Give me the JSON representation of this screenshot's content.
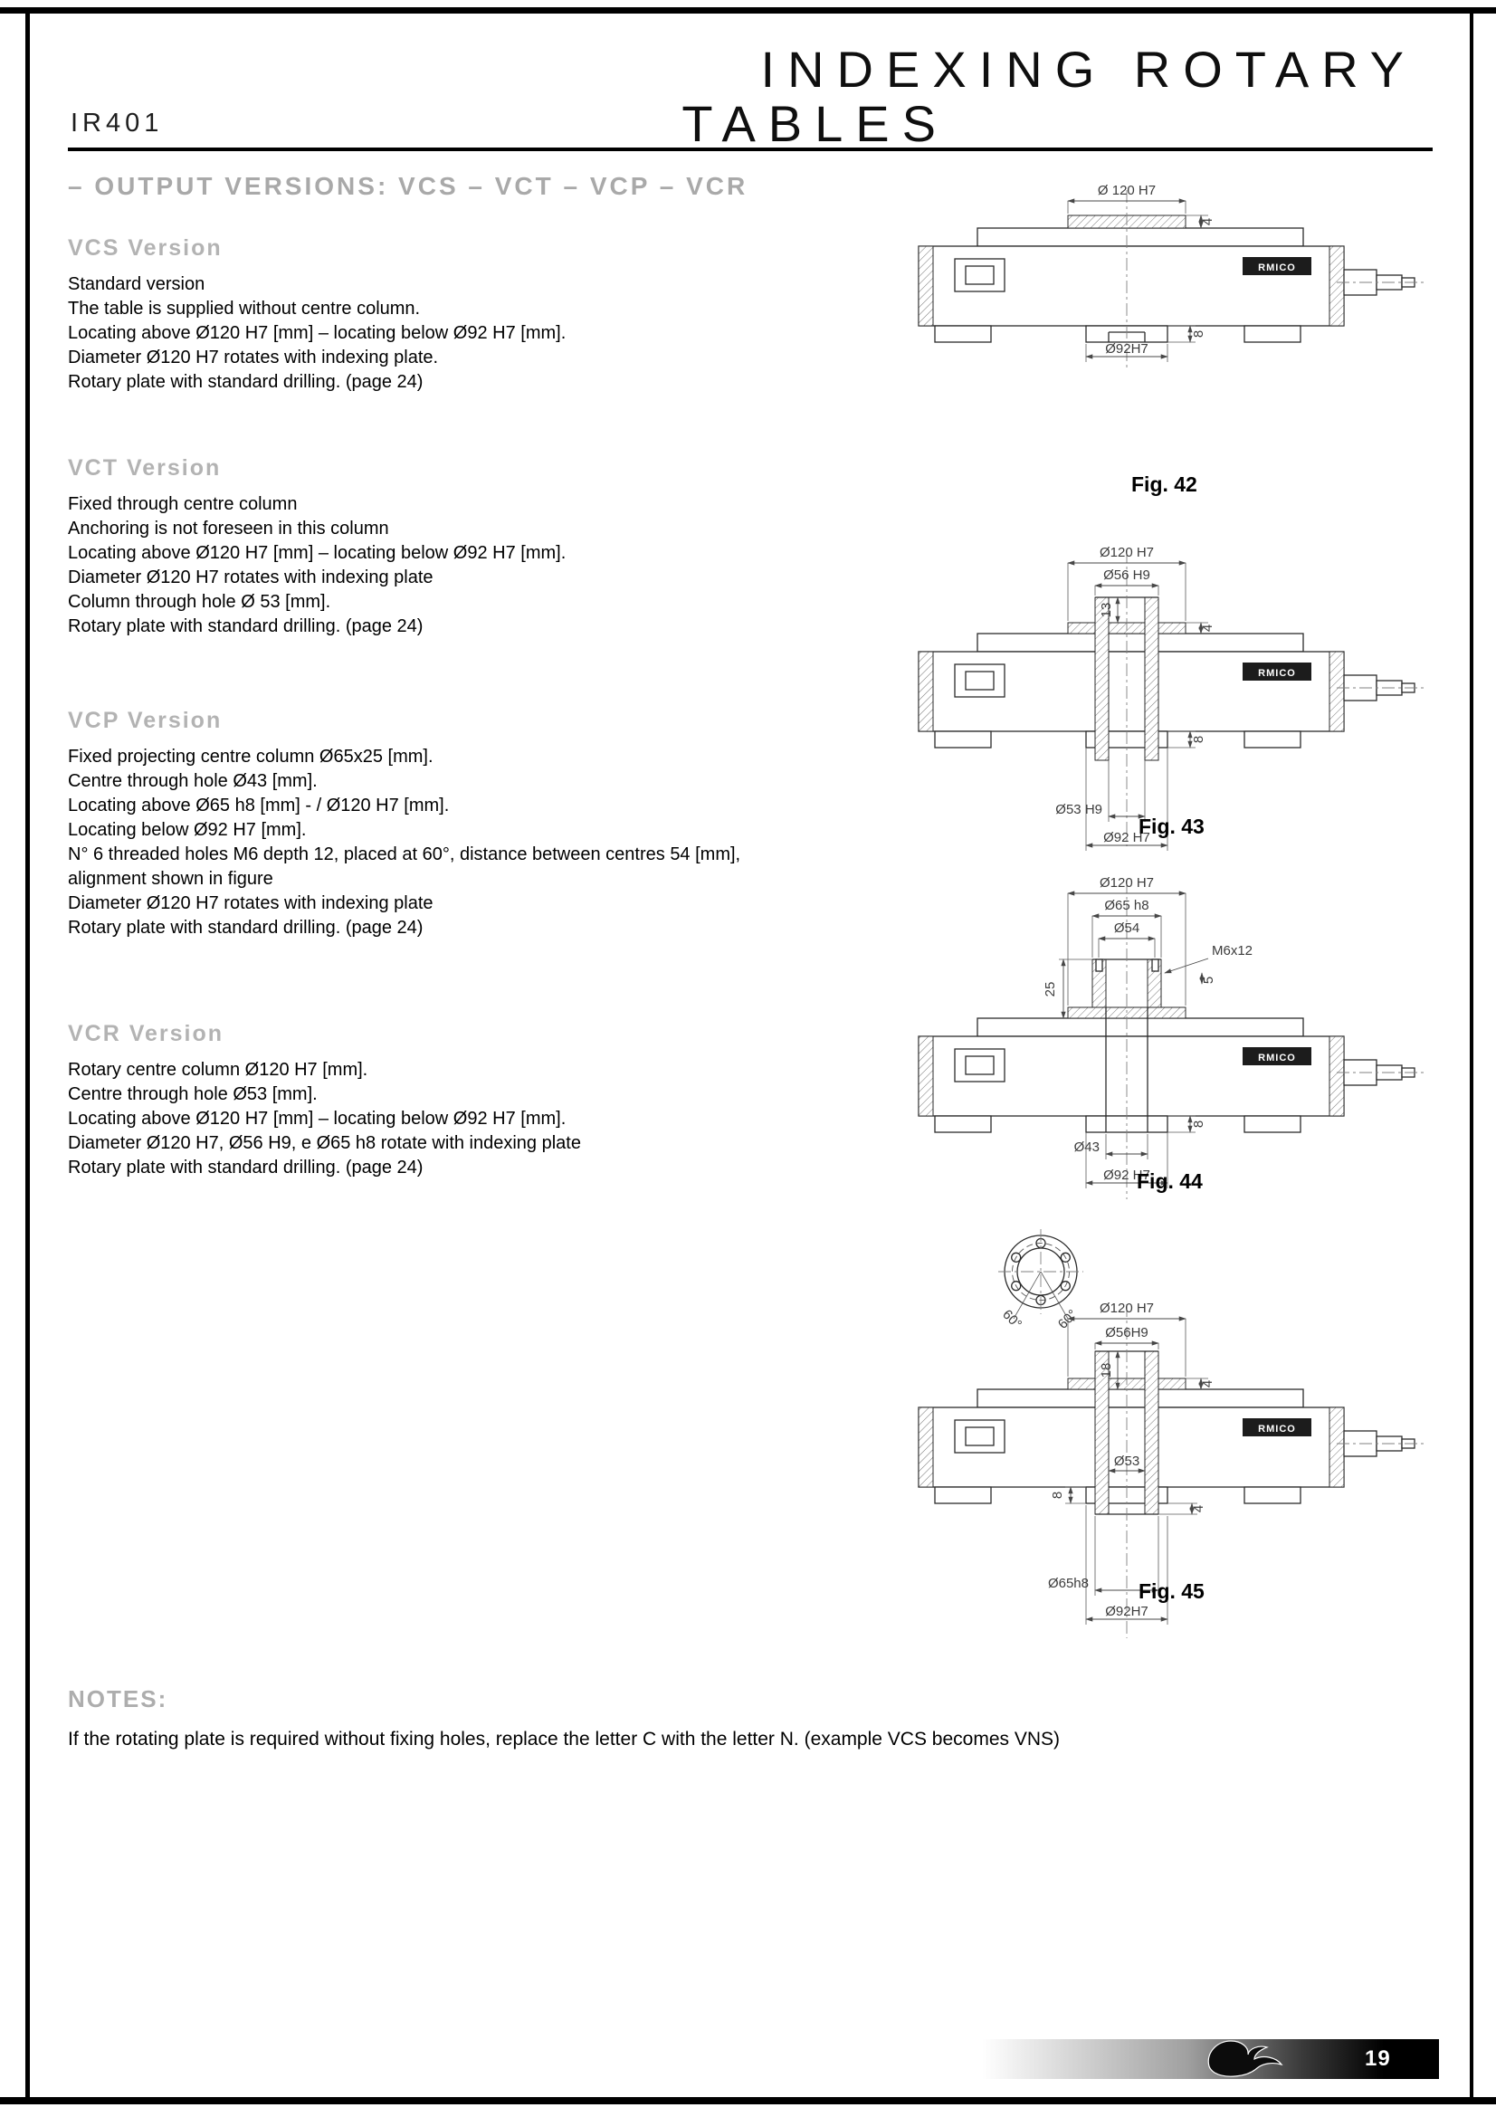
{
  "header": {
    "model": "IR401",
    "title_line1": "INDEXING ROTARY",
    "title_line2": "TABLES"
  },
  "section_title": "– OUTPUT VERSIONS:  VCS – VCT – VCP – VCR",
  "versions": [
    {
      "name": "VCS Version",
      "lines": [
        "Standard version",
        "The table is supplied without centre column.",
        "Locating above Ø120 H7 [mm] – locating below Ø92 H7 [mm].",
        "Diameter Ø120 H7 rotates with indexing plate.",
        "Rotary plate with standard drilling. (page 24)"
      ]
    },
    {
      "name": "VCT Version",
      "lines": [
        "Fixed through centre column",
        "Anchoring is not foreseen in this column",
        "Locating above Ø120 H7 [mm] – locating below Ø92 H7 [mm].",
        "Diameter Ø120 H7 rotates with indexing plate",
        "Column through hole Ø 53 [mm].",
        "Rotary plate with standard drilling. (page 24)"
      ]
    },
    {
      "name": "VCP Version",
      "lines": [
        "Fixed projecting centre column Ø65x25 [mm].",
        "Centre through hole Ø43 [mm].",
        "Locating above Ø65 h8 [mm] - / Ø120 H7 [mm].",
        "Locating below Ø92 H7 [mm].",
        "N° 6 threaded holes M6 depth 12, placed at 60°, distance between centres 54 [mm],",
        "alignment shown in figure",
        "Diameter Ø120 H7 rotates with indexing plate",
        "Rotary plate with standard drilling. (page 24)"
      ]
    },
    {
      "name": "VCR Version",
      "lines": [
        "Rotary centre column Ø120 H7 [mm].",
        "Centre through hole Ø53 [mm].",
        "Locating above Ø120 H7 [mm] – locating below Ø92 H7 [mm].",
        "Diameter Ø120 H7, Ø56 H9, e Ø65 h8 rotate with indexing plate",
        "Rotary plate with standard drilling. (page 24)"
      ]
    }
  ],
  "figures": {
    "fig42": {
      "caption": "Fig. 42",
      "brand": "RMICO",
      "dims": {
        "d120": "Ø 120 H7",
        "h4": "4",
        "d92": "Ø92H7",
        "h8": "8"
      }
    },
    "fig43": {
      "caption": "Fig. 43",
      "brand": "RMICO",
      "dims": {
        "d120": "Ø120 H7",
        "d56": "Ø56 H9",
        "h13": "13",
        "h4": "4",
        "d53": "Ø53 H9",
        "d92": "Ø92 H7",
        "h8": "8"
      }
    },
    "fig44": {
      "caption": "Fig. 44",
      "brand": "RMICO",
      "dims": {
        "d120": "Ø120 H7",
        "d65": "Ø65 h8",
        "d54": "Ø54",
        "h25": "25",
        "m6": "M6x12",
        "h5": "5",
        "d43": "Ø43",
        "h8": "8",
        "d92": "Ø92 H7",
        "a60a": "60°",
        "a60b": "60°"
      }
    },
    "fig45": {
      "caption": "Fig. 45",
      "brand": "RMICO",
      "dims": {
        "d120": "Ø120 H7",
        "d56": "Ø56H9",
        "h18": "18",
        "h4t": "4",
        "d53": "Ø53",
        "h8": "8",
        "h4b": "4",
        "d65": "Ø65h8",
        "d92": "Ø92H7"
      }
    }
  },
  "notes": {
    "title": "NOTES:",
    "text": "If the rotating plate is required without fixing holes, replace the letter C with the letter N. (example VCS becomes VNS)"
  },
  "footer": {
    "page_number": "19"
  }
}
